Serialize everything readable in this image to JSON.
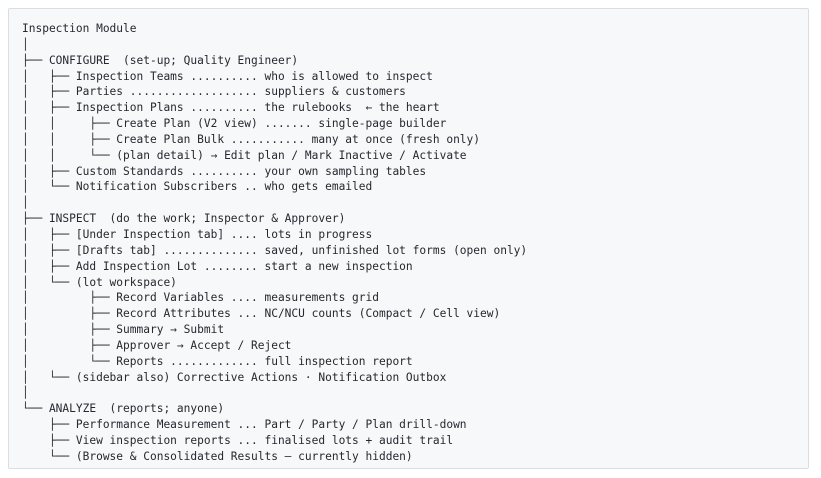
{
  "document": {
    "lines": [
      "Inspection Module",
      "│",
      "├── CONFIGURE  (set-up; Quality Engineer)",
      "│   ├── Inspection Teams .......... who is allowed to inspect",
      "│   ├── Parties ................... suppliers & customers",
      "│   ├── Inspection Plans .......... the rulebooks  ← the heart",
      "│   │     ├── Create Plan (V2 view) ....... single-page builder",
      "│   │     ├── Create Plan Bulk ........... many at once (fresh only)",
      "│   │     └── (plan detail) → Edit plan / Mark Inactive / Activate",
      "│   ├── Custom Standards .......... your own sampling tables",
      "│   └── Notification Subscribers .. who gets emailed",
      "│",
      "├── INSPECT  (do the work; Inspector & Approver)",
      "│   ├── [Under Inspection tab] .... lots in progress",
      "│   ├── [Drafts tab] .............. saved, unfinished lot forms (open only)",
      "│   ├── Add Inspection Lot ........ start a new inspection",
      "│   └── (lot workspace)",
      "│         ├── Record Variables .... measurements grid",
      "│         ├── Record Attributes ... NC/NCU counts (Compact / Cell view)",
      "│         ├── Summary → Submit",
      "│         ├── Approver → Accept / Reject",
      "│         └── Reports ............. full inspection report",
      "│   └── (sidebar also) Corrective Actions · Notification Outbox",
      "│",
      "└── ANALYZE  (reports; anyone)",
      "    ├── Performance Measurement ... Part / Party / Plan drill-down",
      "    ├── View inspection reports ... finalised lots + audit trail",
      "    └── (Browse & Consolidated Results — currently hidden)"
    ]
  }
}
